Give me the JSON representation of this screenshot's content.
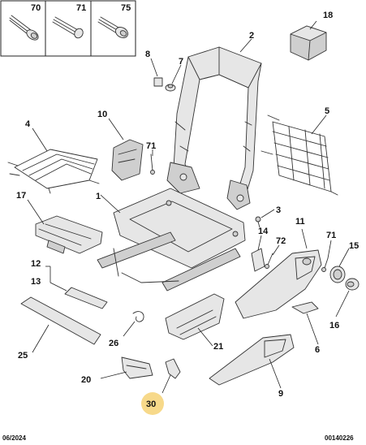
{
  "fastener_box": [
    {
      "ref": "70",
      "icon": "screw-flat-washer-icon"
    },
    {
      "ref": "71",
      "icon": "screw-long-icon"
    },
    {
      "ref": "75",
      "icon": "screw-flange-icon"
    }
  ],
  "callouts": {
    "c1": "1",
    "c2": "2",
    "c3": "3",
    "c4": "4",
    "c5": "5",
    "c6": "6",
    "c7": "7",
    "c8": "8",
    "c9": "9",
    "c10": "10",
    "c11": "11",
    "c12": "12",
    "c13": "13",
    "c14": "14",
    "c15": "15",
    "c16": "16",
    "c17": "17",
    "c18": "18",
    "c20": "20",
    "c21": "21",
    "c25": "25",
    "c26": "26",
    "c30": "30",
    "c71a": "71",
    "c71b": "71",
    "c72": "72"
  },
  "highlight_ref": "30",
  "highlight_color": "#f7d98a",
  "footer": {
    "date": "06/2024",
    "code": "00140226"
  }
}
